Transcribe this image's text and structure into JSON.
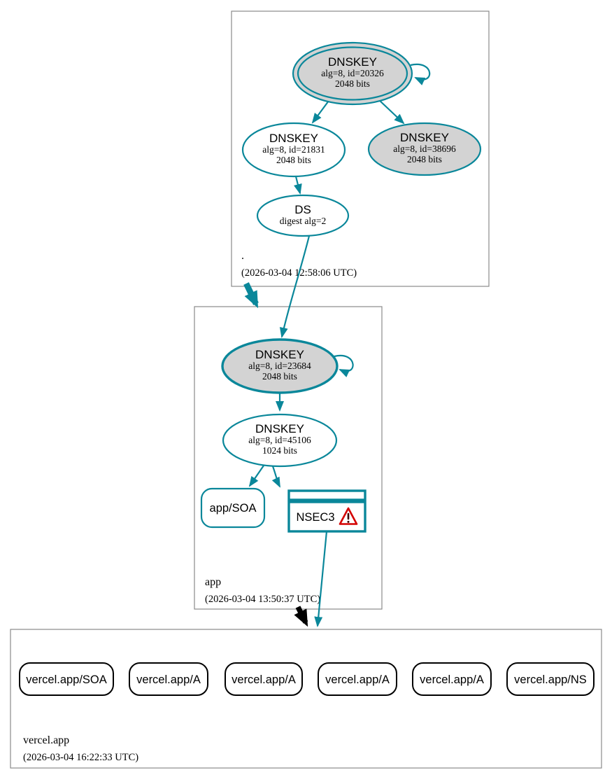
{
  "colors": {
    "secure_teal": "#0a879a",
    "node_fill_gray": "#d3d3d3",
    "zone_border_gray": "#8a8a8a",
    "warning_red": "#d40000",
    "insecure_black": "#000000"
  },
  "zones": {
    "root": {
      "label": ".",
      "timestamp": "(2026-03-04 12:58:06 UTC)",
      "ksk": {
        "title": "DNSKEY",
        "alg": "alg=8, id=20326",
        "bits": "2048 bits"
      },
      "zsk": {
        "title": "DNSKEY",
        "alg": "alg=8, id=21831",
        "bits": "2048 bits"
      },
      "key38696": {
        "title": "DNSKEY",
        "alg": "alg=8, id=38696",
        "bits": "2048 bits"
      },
      "ds": {
        "title": "DS",
        "detail": "digest alg=2"
      }
    },
    "app": {
      "label": "app",
      "timestamp": "(2026-03-04 13:50:37 UTC)",
      "ksk": {
        "title": "DNSKEY",
        "alg": "alg=8, id=23684",
        "bits": "2048 bits"
      },
      "zsk": {
        "title": "DNSKEY",
        "alg": "alg=8, id=45106",
        "bits": "1024 bits"
      },
      "soa": {
        "label": "app/SOA"
      },
      "nsec3": {
        "label": "NSEC3"
      }
    },
    "vercel": {
      "label": "vercel.app",
      "timestamp": "(2026-03-04 16:22:33 UTC)",
      "rrsets": [
        {
          "label": "vercel.app/SOA"
        },
        {
          "label": "vercel.app/A"
        },
        {
          "label": "vercel.app/A"
        },
        {
          "label": "vercel.app/A"
        },
        {
          "label": "vercel.app/A"
        },
        {
          "label": "vercel.app/NS"
        }
      ]
    }
  }
}
